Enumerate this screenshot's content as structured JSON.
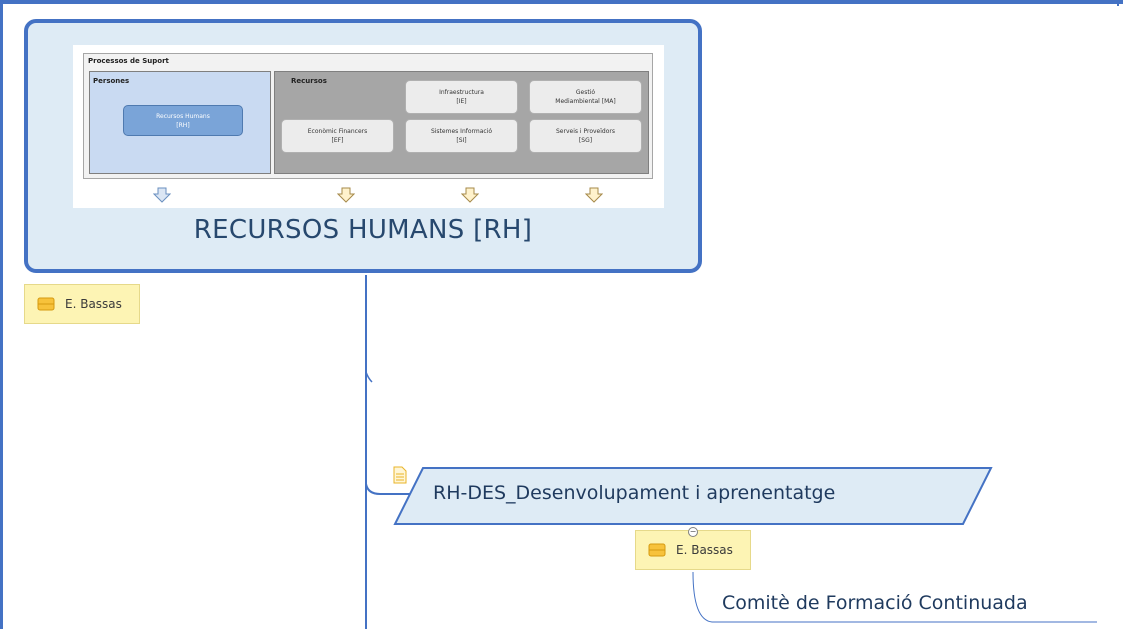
{
  "colors": {
    "frame": "#4472c4",
    "central_fill": "#deebf5",
    "note_fill": "#fdf4b4",
    "topic_fill": "#deebf5",
    "text": "#1f3a5e"
  },
  "central_topic": {
    "title": "RECURSOS HUMANS [RH]",
    "image": {
      "header": "Processos de Suport",
      "persones_label": "Persones",
      "rh_button": "Recursos Humans\n[RH]",
      "recursos_label": "Recursos",
      "boxes": [
        "Infraestructura\n[IE]",
        "Gestió\nMediambiental [MA]",
        "Econòmic Financers\n[EF]",
        "Sistemes Informació\n[SI]",
        "Serveis i Proveïdors\n[SG]"
      ]
    }
  },
  "notes": [
    {
      "label": "E. Bassas",
      "icon": "note-icon"
    },
    {
      "label": "E. Bassas",
      "icon": "note-icon"
    }
  ],
  "topics": [
    {
      "label": "RH-DES_Desenvolupament i aprenentatge",
      "icon": "document-icon"
    }
  ],
  "subtopics": [
    {
      "label": "Comitè de Formació Continuada"
    }
  ]
}
